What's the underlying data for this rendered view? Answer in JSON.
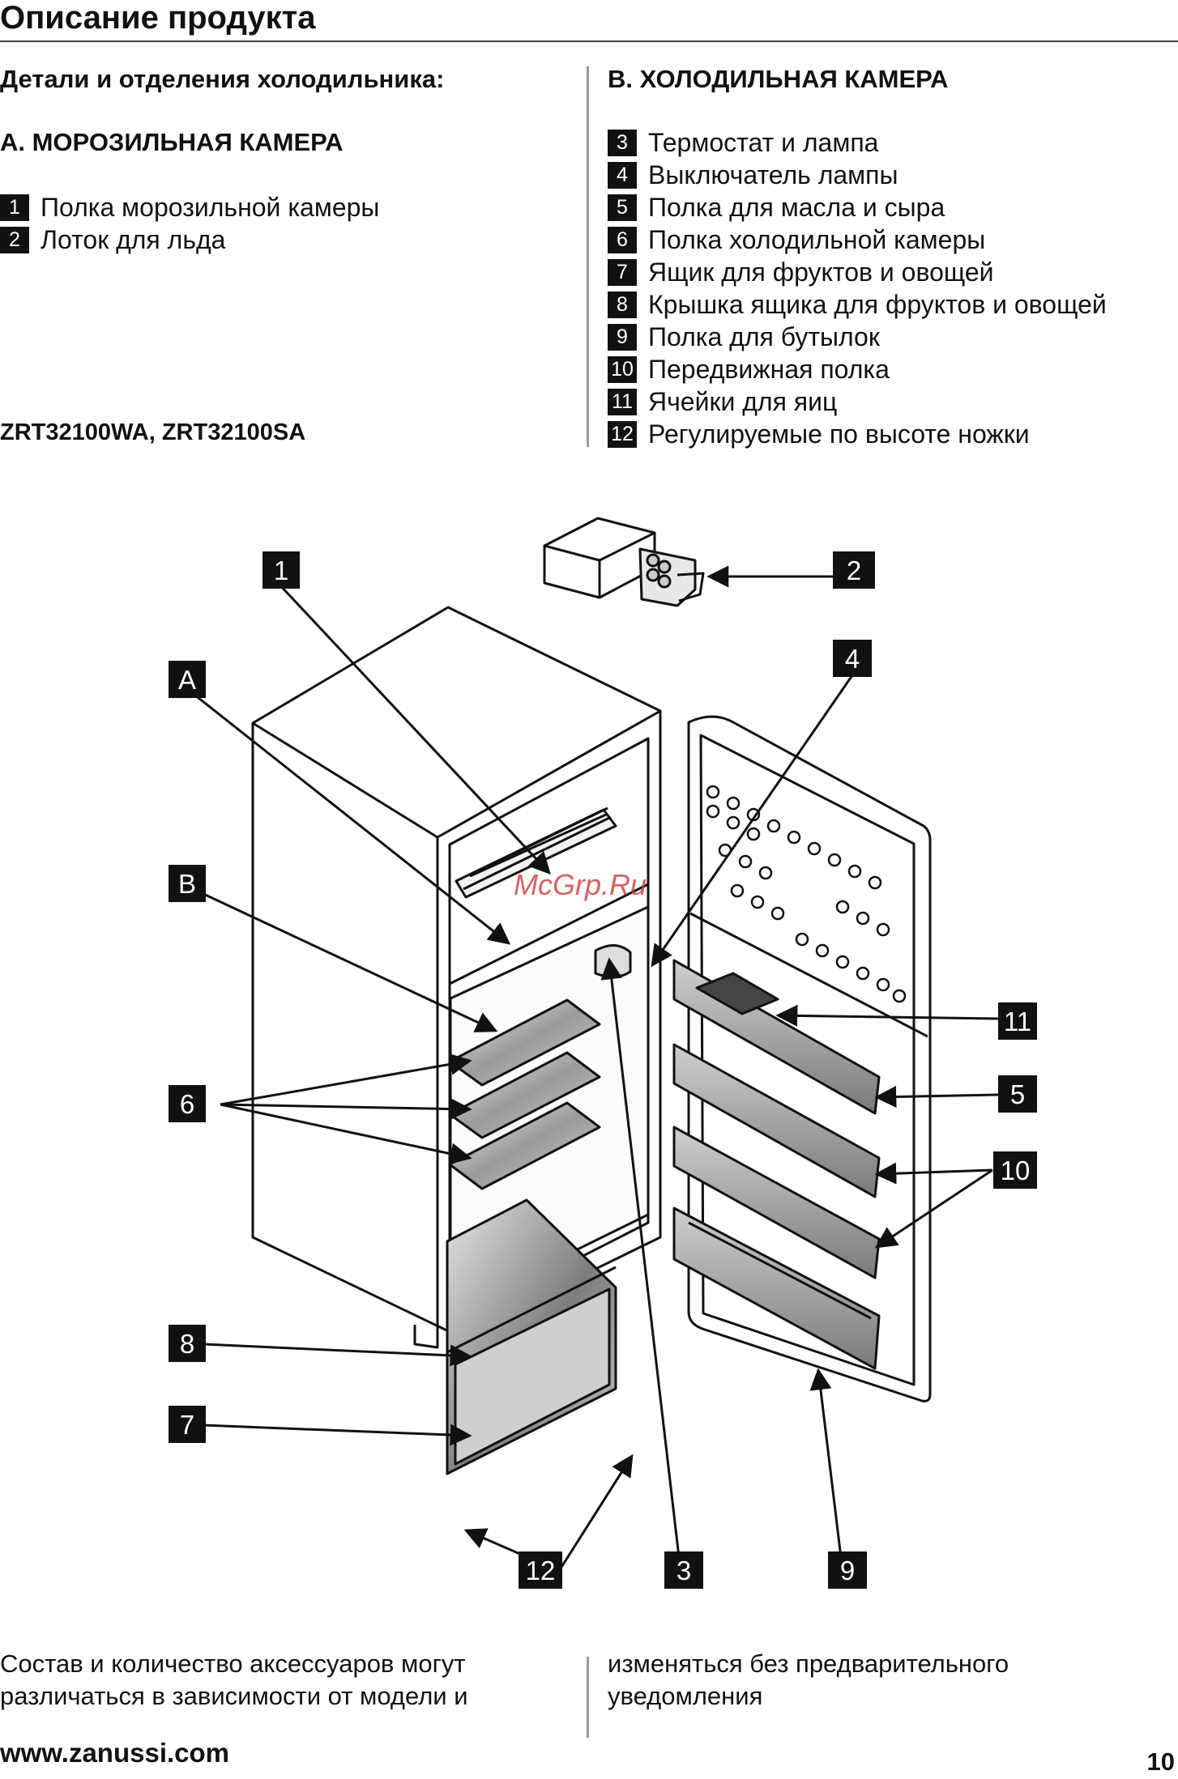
{
  "page": {
    "title": "Описание продукта",
    "website": "www.zanussi.com",
    "page_number": "10"
  },
  "left": {
    "heading": "Детали и отделения холодильника:",
    "section_a": "A. МОРОЗИЛЬНАЯ КАМЕРА",
    "items": [
      {
        "num": "1",
        "label": "Полка морозильной камеры"
      },
      {
        "num": "2",
        "label": "Лоток для льда"
      }
    ],
    "models": "ZRT32100WA, ZRT32100SA"
  },
  "right": {
    "section_b": "B. ХОЛОДИЛЬНАЯ КАМЕРА",
    "items": [
      {
        "num": "3",
        "label": "Термостат и лампа"
      },
      {
        "num": "4",
        "label": "Выключатель лампы"
      },
      {
        "num": "5",
        "label": "Полка для масла и сыра"
      },
      {
        "num": "6",
        "label": "Полка холодильной камеры"
      },
      {
        "num": "7",
        "label": "Ящик для фруктов и овощей"
      },
      {
        "num": "8",
        "label": "Крышка ящика для фруктов и овощей"
      },
      {
        "num": "9",
        "label": "Полка для бутылок"
      },
      {
        "num": "10",
        "label": "Передвижная полка"
      },
      {
        "num": "11",
        "label": "Ячейки для яиц"
      },
      {
        "num": "12",
        "label": "Регулируемые по высоте ножки"
      }
    ]
  },
  "diagram": {
    "labels": {
      "c1": "1",
      "c2": "2",
      "cA": "A",
      "c4": "4",
      "cB": "B",
      "c11": "11",
      "c6": "6",
      "c5": "5",
      "c10": "10",
      "c8": "8",
      "c7": "7",
      "c12": "12",
      "c3": "3",
      "c9": "9"
    },
    "watermark": "McGrp.Ru"
  },
  "footnote": {
    "left_line1": "Состав и количество аксессуаров могут",
    "left_line2": "различаться в зависимости от модели и",
    "right_line1": "изменяться без предварительного",
    "right_line2": "уведомления"
  }
}
